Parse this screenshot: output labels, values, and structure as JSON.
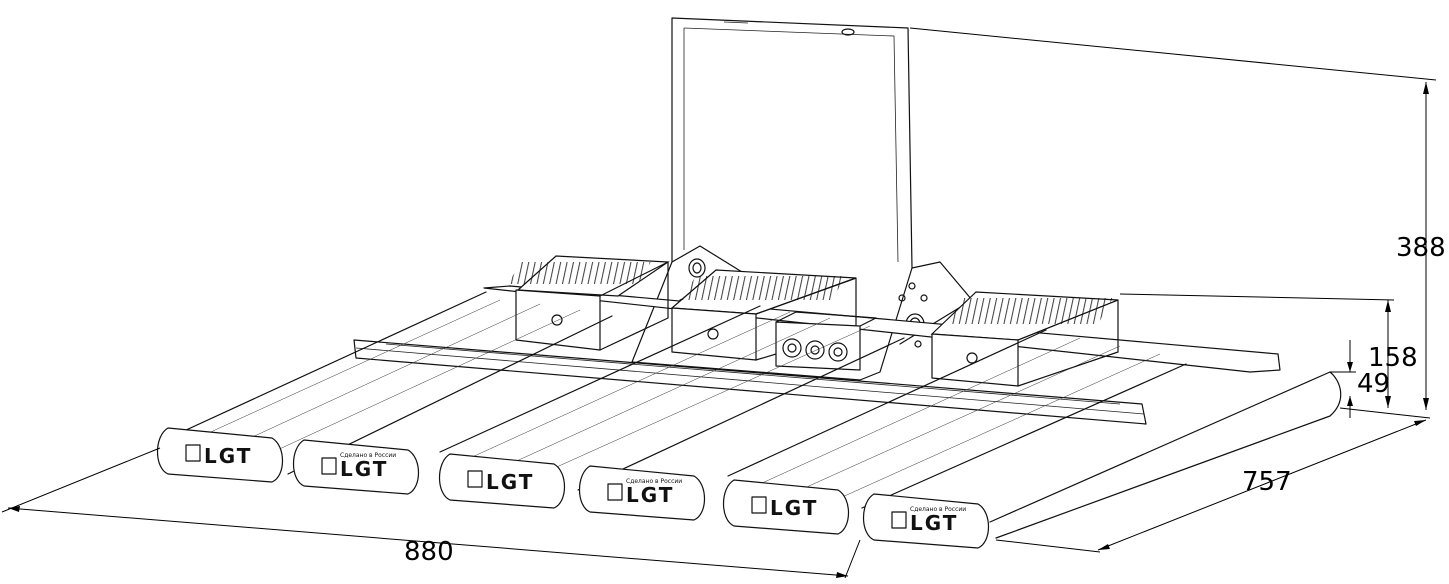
{
  "dimensions": {
    "width": "880",
    "depth": "757",
    "height_total": "388",
    "height_body": "158",
    "height_module": "49"
  },
  "branding": {
    "logo": "LGT",
    "made_in": "Сделано в России"
  },
  "colors": {
    "line": "#111111",
    "background": "#ffffff"
  }
}
